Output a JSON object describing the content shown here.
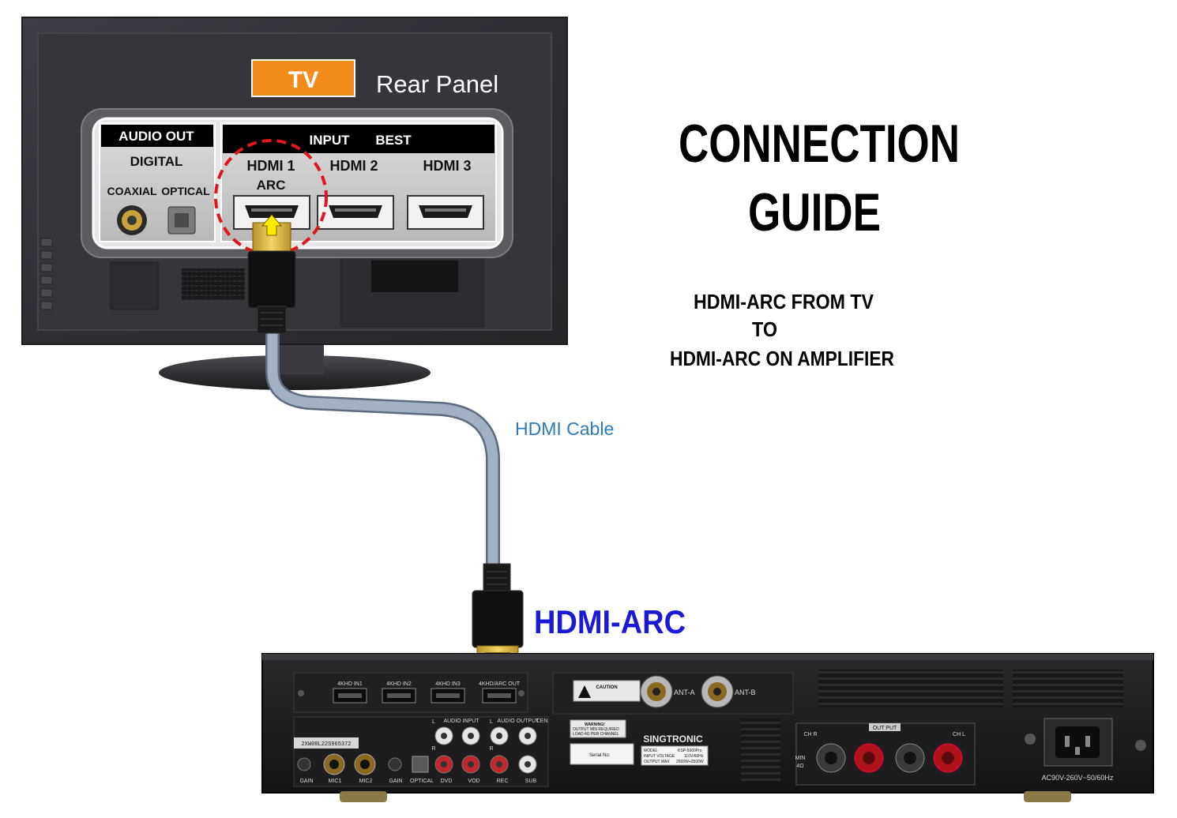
{
  "heading": {
    "line1": "CONNECTION",
    "line2": "GUIDE"
  },
  "description": {
    "line1": "HDMI-ARC FROM TV",
    "line2": "TO",
    "line3": "HDMI-ARC ON AMPLIFIER"
  },
  "cable_label": "HDMI Cable",
  "amp_port_label": "HDMI-ARC",
  "tv": {
    "badge": "TV",
    "title": "Rear Panel",
    "audio_out": {
      "header": "AUDIO OUT",
      "subheader": "DIGITAL",
      "coaxial": "COAXIAL",
      "optical": "OPTICAL"
    },
    "input": {
      "header_input": "INPUT",
      "header_best": "BEST",
      "hdmi1": "HDMI 1",
      "arc": "ARC",
      "hdmi2": "HDMI 2",
      "hdmi3": "HDMI 3"
    }
  },
  "amplifier": {
    "brand": "SINGTRONIC",
    "hdmi_in1": "4KHD IN1",
    "hdmi_in2": "4KHD IN2",
    "hdmi_in3": "4KHD IN3",
    "hdmi_arc_out": "4KHD/ARC OUT",
    "ant_a": "ANT-A",
    "ant_b": "ANT-B",
    "caution": "CAUTION",
    "warning_line1": "WARNING!",
    "warning_line2": "OUTPUT MIN REQUIRED",
    "warning_line3": "LOAD:4Ω PER CHANNEL",
    "serial": "Serial No:",
    "serial_sticker": "2XW08L22S965372",
    "model": "MODEL",
    "model_value": "KSP-5000Pro",
    "input_voltage": "INPUT VOLTAGE",
    "input_voltage_value": "110V/60Hz",
    "output_max": "OUTPUT MAX",
    "output_max_value": "2500W+2500W",
    "audio_input": "AUDIO INPUT",
    "audio_output": "AUDIO OUTPUT",
    "cen": "CEN",
    "output": "OUT PUT",
    "ch_r": "CH R",
    "ch_l": "CH L",
    "min_4ohm": "MIN",
    "ohm": "4Ω",
    "power_rating": "AC90V-260V~50/60Hz",
    "lbl_gain1": "GAIN",
    "lbl_mic1": "MIC1",
    "lbl_mic2": "MIC2",
    "lbl_gain2": "GAIN",
    "lbl_optical": "OPTICAL",
    "lbl_dvd": "DVD",
    "lbl_vod": "VOD",
    "lbl_rec": "REC",
    "lbl_sub": "SUB",
    "lbl_l1": "L",
    "lbl_r1": "R",
    "lbl_l2": "L",
    "lbl_r2": "R"
  },
  "colors": {
    "tv_badge": "#f28c1a",
    "arc_highlight": "#e0161c",
    "cable_label": "#2f7ab8",
    "amp_port_label": "#1a1ad6",
    "cable": "#a3b1c4",
    "hdmi_plug_gold": "#e8c44a"
  }
}
